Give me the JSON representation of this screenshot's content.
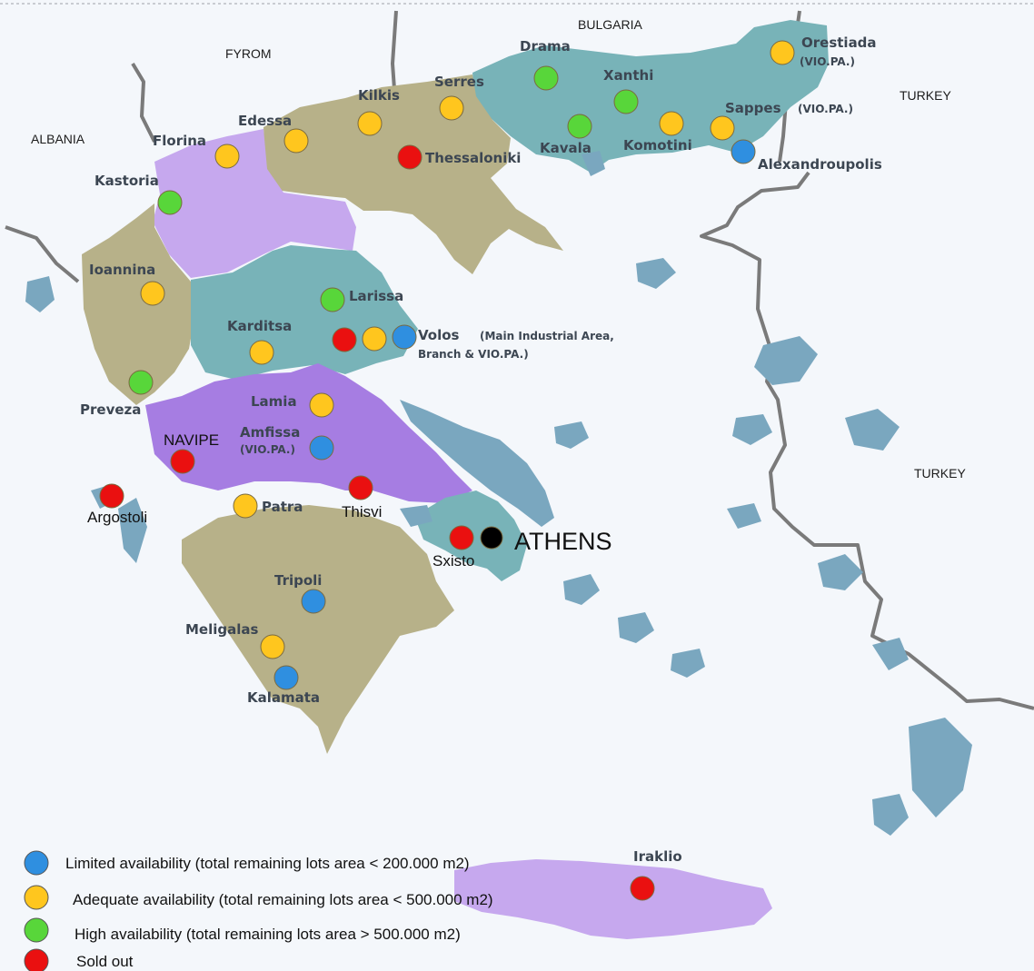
{
  "colors": {
    "sea": "#f4f7fb",
    "teal": "#78b3b8",
    "olive": "#b7b189",
    "lavender": "#c6a8ee",
    "purple": "#a67de2",
    "island": "#7aa7bf",
    "border": "#7a7a7a",
    "limited": "#2f8fe0",
    "adequate": "#ffc61e",
    "high": "#58d63a",
    "soldout": "#ea1010",
    "athens": "#000000"
  },
  "countries": {
    "bulgaria": "BULGARIA",
    "fyrom": "FYROM",
    "albania": "ALBANIA",
    "turkey_north": "TURKEY",
    "turkey_east": "TURKEY"
  },
  "cities": {
    "orestiada": "Orestiada",
    "orestiada_note": "(VIO.PA.)",
    "drama": "Drama",
    "xanthi": "Xanthi",
    "serres": "Serres",
    "kilkis": "Kilkis",
    "edessa": "Edessa",
    "florina": "Florina",
    "kastoria": "Kastoria",
    "thessaloniki": "Thessaloniki",
    "kavala": "Kavala",
    "komotini": "Komotini",
    "sappes": "Sappes",
    "sappes_note": "(VIO.PA.)",
    "alexandroupolis": "Alexandroupolis",
    "ioannina": "Ioannina",
    "larissa": "Larissa",
    "karditsa": "Karditsa",
    "volos": "Volos",
    "volos_note_1": "(Main Industrial Area,",
    "volos_note_2": "Branch & VIO.PA.)",
    "preveza": "Preveza",
    "lamia": "Lamia",
    "amfissa": "Amfissa",
    "amfissa_note": "(VIO.PA.)",
    "navipe": "NAVIPE",
    "argostoli": "Argostoli",
    "patra": "Patra",
    "thisvi": "Thisvi",
    "athens": "ATHENS",
    "sxisto": "Sxisto",
    "tripoli": "Tripoli",
    "meligalas": "Meligalas",
    "kalamata": "Kalamata",
    "iraklio": "Iraklio"
  },
  "legend": [
    {
      "status": "limited",
      "label": "Limited availability (total remaining lots area < 200.000 m2)"
    },
    {
      "status": "adequate",
      "label": "Adequate availability (total remaining lots area < 500.000 m2)"
    },
    {
      "status": "high",
      "label": "High availability (total remaining lots area > 500.000 m2)"
    },
    {
      "status": "soldout",
      "label": "Sold out"
    }
  ],
  "markers": [
    {
      "place": "Orestiada",
      "status": "adequate"
    },
    {
      "place": "Drama",
      "status": "high"
    },
    {
      "place": "Xanthi",
      "status": "high"
    },
    {
      "place": "Serres",
      "status": "adequate"
    },
    {
      "place": "Kilkis",
      "status": "adequate"
    },
    {
      "place": "Edessa",
      "status": "adequate"
    },
    {
      "place": "Florina",
      "status": "adequate"
    },
    {
      "place": "Kastoria",
      "status": "high"
    },
    {
      "place": "Thessaloniki",
      "status": "soldout"
    },
    {
      "place": "Kavala",
      "status": "high"
    },
    {
      "place": "Komotini",
      "status": "adequate"
    },
    {
      "place": "Sappes",
      "status": "adequate"
    },
    {
      "place": "Alexandroupolis",
      "status": "limited"
    },
    {
      "place": "Ioannina",
      "status": "adequate"
    },
    {
      "place": "Larissa",
      "status": "high"
    },
    {
      "place": "Karditsa",
      "status": "adequate"
    },
    {
      "place": "Volos",
      "status": "soldout"
    },
    {
      "place": "Volos",
      "status": "adequate"
    },
    {
      "place": "Volos",
      "status": "limited"
    },
    {
      "place": "Preveza",
      "status": "high"
    },
    {
      "place": "Lamia",
      "status": "adequate"
    },
    {
      "place": "Amfissa",
      "status": "limited"
    },
    {
      "place": "NAVIPE",
      "status": "soldout"
    },
    {
      "place": "Argostoli",
      "status": "soldout"
    },
    {
      "place": "Patra",
      "status": "adequate"
    },
    {
      "place": "Thisvi",
      "status": "soldout"
    },
    {
      "place": "Sxisto",
      "status": "soldout"
    },
    {
      "place": "ATHENS",
      "status": "athens"
    },
    {
      "place": "Tripoli",
      "status": "limited"
    },
    {
      "place": "Meligalas",
      "status": "adequate"
    },
    {
      "place": "Kalamata",
      "status": "limited"
    },
    {
      "place": "Iraklio",
      "status": "soldout"
    }
  ]
}
